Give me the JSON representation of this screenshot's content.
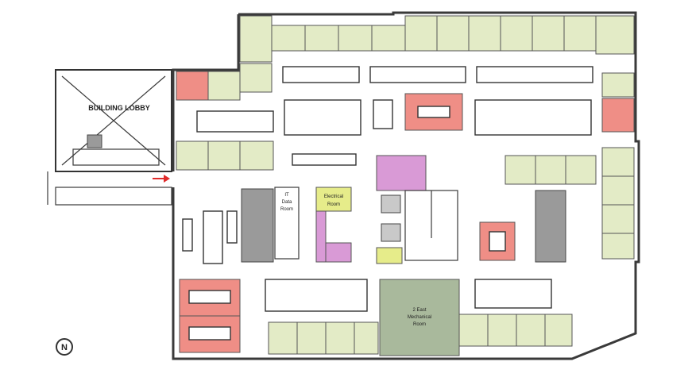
{
  "labels": {
    "lobby": "BUILDING LOBBY",
    "it_data_line1": "IT",
    "it_data_line2": "Data",
    "it_data_line3": "Room",
    "electrical_line1": "Electrical",
    "electrical_line2": "Room",
    "mechanical_line1": "2 East",
    "mechanical_line2": "Mechanical",
    "mechanical_line3": "Room",
    "north": "N"
  },
  "colors": {
    "office": "#e3ebc6",
    "conference": "#ef8e86",
    "utility": "#d99ad6",
    "electrical": "#e6ec8a",
    "mechanical": "#a9b99c",
    "entry_arrow": "#e02b2b"
  }
}
